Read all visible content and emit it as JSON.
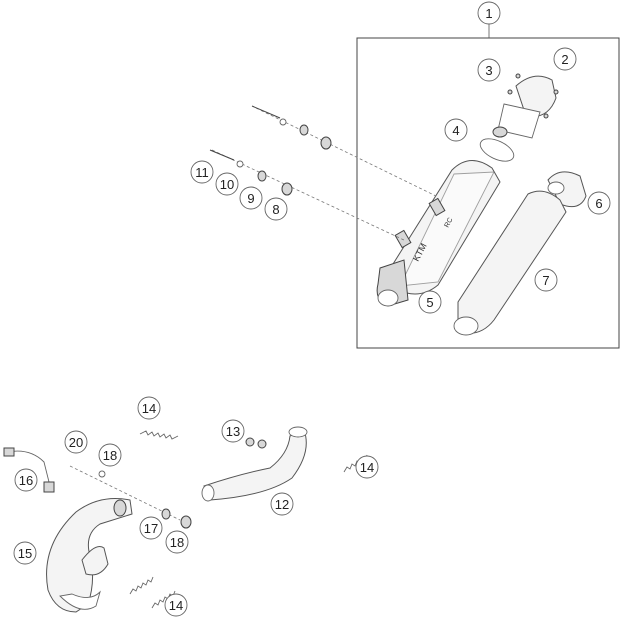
{
  "diagram": {
    "callouts": [
      {
        "id": "c1",
        "label": "1"
      },
      {
        "id": "c2",
        "label": "2"
      },
      {
        "id": "c3",
        "label": "3"
      },
      {
        "id": "c4",
        "label": "4"
      },
      {
        "id": "c5",
        "label": "5"
      },
      {
        "id": "c6",
        "label": "6"
      },
      {
        "id": "c7",
        "label": "7"
      },
      {
        "id": "c8",
        "label": "8"
      },
      {
        "id": "c9",
        "label": "9"
      },
      {
        "id": "c10",
        "label": "10"
      },
      {
        "id": "c11",
        "label": "11"
      },
      {
        "id": "c12",
        "label": "12"
      },
      {
        "id": "c13",
        "label": "13"
      },
      {
        "id": "c14a",
        "label": "14"
      },
      {
        "id": "c14b",
        "label": "14"
      },
      {
        "id": "c14c",
        "label": "14"
      },
      {
        "id": "c15",
        "label": "15"
      },
      {
        "id": "c16",
        "label": "16"
      },
      {
        "id": "c17",
        "label": "17"
      },
      {
        "id": "c18a",
        "label": "18"
      },
      {
        "id": "c18b",
        "label": "18"
      },
      {
        "id": "c20",
        "label": "20"
      }
    ],
    "colors": {
      "line": "#444444",
      "fill": "#f4f4f4",
      "accent": "#d8d8d8",
      "background": "#ffffff"
    }
  }
}
